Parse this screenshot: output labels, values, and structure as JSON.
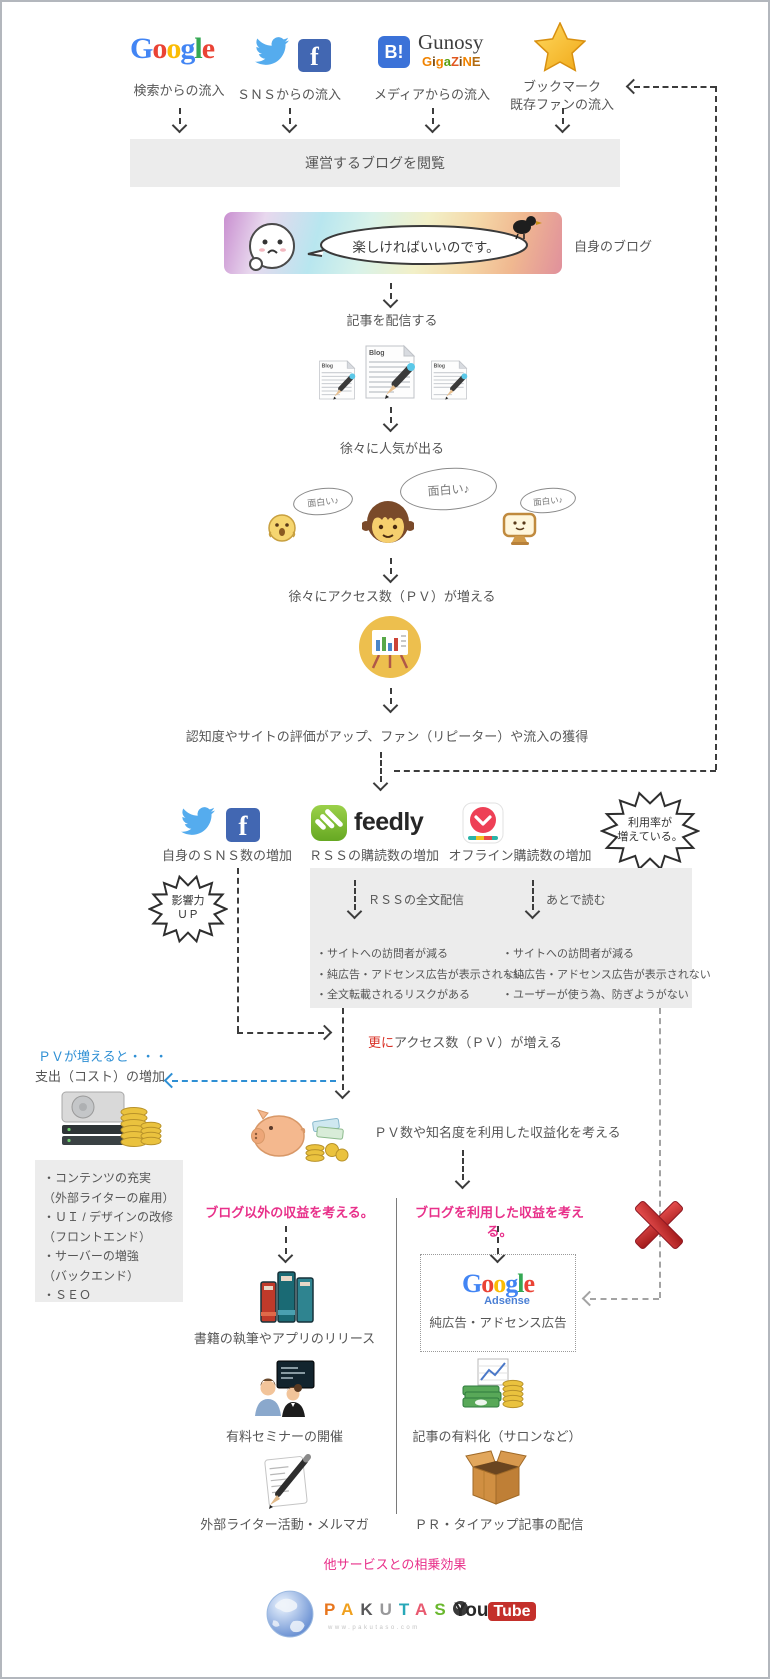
{
  "colors": {
    "accent_pink": "#e8308a",
    "accent_blue": "#2e8fd4",
    "accent_red": "#cc2936",
    "panel_gray": "#ececec"
  },
  "sources": {
    "google_letters": [
      "G",
      "o",
      "o",
      "g",
      "l",
      "e"
    ],
    "google_label": "検索からの流入",
    "sns_label": "ＳＮＳからの流入",
    "hatena": "B!",
    "gunosy": "Gunosy",
    "gigazine_letters": [
      "G",
      "i",
      "g",
      "a",
      "Z",
      "i",
      "N",
      "E"
    ],
    "media_label": "メディアからの流入",
    "bookmark_label1": "ブックマーク",
    "bookmark_label2": "既存ファンの流入"
  },
  "flow": {
    "view_blog": "運営するブログを閲覧",
    "banner_speech": "楽しければいいのです。",
    "own_blog": "自身のブログ",
    "publish": "記事を配信する",
    "popular": "徐々に人気が出る",
    "funny": "面白い♪",
    "pv_grow": "徐々にアクセス数（ＰＶ）が増える",
    "recognition": "認知度やサイトの評価がアップ、ファン（リピーター）や流入の獲得",
    "sns_grow": "自身のＳＮＳ数の増加",
    "rss_grow": "ＲＳＳの購読数の増加",
    "offline_grow": "オフライン購読数の増加",
    "usage_line1": "利用率が",
    "usage_line2": "増えている。",
    "influence_line1": "影響力",
    "influence_line2": "ＵＰ",
    "rss_full": "ＲＳＳの全文配信",
    "read_later": "あとで読む",
    "rss_risks": [
      "・サイトへの訪問者が減る",
      "・純広告・アドセンス広告が表示されない",
      "・全文転載されるリスクがある"
    ],
    "offline_risks": [
      "・サイトへの訪問者が減る",
      "・純広告・アドセンス広告が表示されない",
      "・ユーザーが使う為、防ぎようがない"
    ],
    "more_prefix": "更に",
    "more_rest": "アクセス数（ＰＶ）が増える",
    "pv_blue": "ＰＶが増えると・・・",
    "cost_grow": "支出（コスト）の増加",
    "monetize": "ＰＶ数や知名度を利用した収益化を考える",
    "cost_items": [
      "・コンテンツの充実",
      "（外部ライターの雇用）",
      "・ＵＩ / デザインの改修",
      "（フロントエンド）",
      "・サーバーの増強",
      "（バックエンド）",
      "・ＳＥＯ"
    ],
    "header_nonblog": "ブログ以外の収益を考える。",
    "header_blog": "ブログを利用した収益を考える。",
    "books_label": "書籍の執筆やアプリのリリース",
    "adsense_label": "純広告・アドセンス広告",
    "seminar_label": "有料セミナーの開催",
    "paid_label": "記事の有料化（サロンなど）",
    "writer_label": "外部ライター活動・メルマガ",
    "pr_label": "ＰＲ・タイアップ記事の配信",
    "synergy": "他サービスとの相乗効果"
  },
  "logos": {
    "feedly": "feedly",
    "adsense": "Adsense",
    "doc_title": "Blog",
    "pakutaso_letters": [
      "P",
      "A",
      "K",
      "U",
      "T",
      "A",
      "S"
    ],
    "pakutaso_sub": "www.pakutaso.com",
    "youtube_you": "You",
    "youtube_tube": "Tube"
  }
}
